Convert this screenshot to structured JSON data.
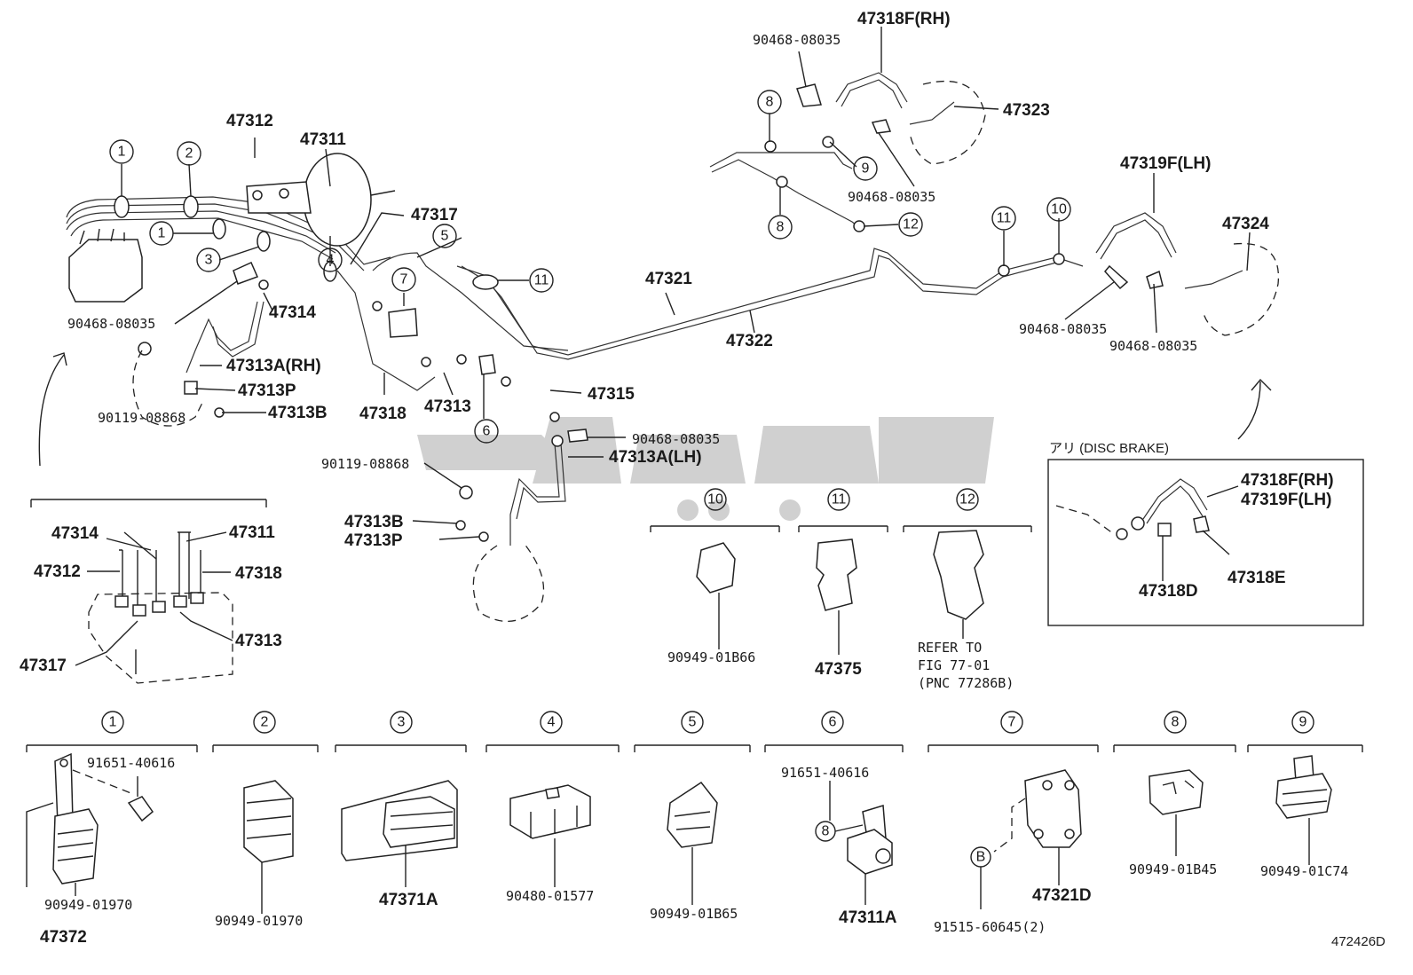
{
  "labels": {
    "p47318f_rh_top": "47318F(RH)",
    "p90468_a": "90468-08035",
    "p47323": "47323",
    "p90468_b": "90468-08035",
    "p47319f_lh": "47319F(LH)",
    "p47324": "47324",
    "p90468_c": "90468-08035",
    "p90468_d": "90468-08035",
    "p47312": "47312",
    "p47311": "47311",
    "p47317": "47317",
    "p47321": "47321",
    "p47322": "47322",
    "p90468_e": "90468-08035",
    "p47314": "47314",
    "p47313a_rh": "47313A(RH)",
    "p47313p": "47313P",
    "p90119_a": "90119-08868",
    "p47313b": "47313B",
    "p47318": "47318",
    "p47313": "47313",
    "p47315": "47315",
    "p90468_f": "90468-08035",
    "p47313a_lh": "47313A(LH)",
    "p90119_b": "90119-08868",
    "p47313b_2": "47313B",
    "p47313p_2": "47313P",
    "d_47314": "47314",
    "d_47311": "47311",
    "d_47312": "47312",
    "d_47318": "47318",
    "d_47313": "47313",
    "d_47317": "47317",
    "c10_part": "90949-01B66",
    "c11_part": "47375",
    "c12_ref1": "REFER TO",
    "c12_ref2": "FIG 77-01",
    "c12_ref3": "(PNC 77286B)",
    "disc_title": "アリ (DISC BRAKE)",
    "disc_47318f": "47318F(RH)",
    "disc_47319f": "47319F(LH)",
    "disc_47318d": "47318D",
    "disc_47318e": "47318E",
    "b1_screw": "91651-40616",
    "b1_part": "90949-01970",
    "b1_assy": "47372",
    "b2_part": "90949-01970",
    "b3_part": "47371A",
    "b4_part": "90480-01577",
    "b5_part": "90949-01B65",
    "b6_screw": "91651-40616",
    "b6_part": "47311A",
    "b7_bolt": "91515-60645(2)",
    "b7_part": "47321D",
    "b8_part": "90949-01B45",
    "b9_part": "90949-01C74",
    "fig_id": "472426D"
  },
  "callouts": {
    "n1": "1",
    "n2": "2",
    "n3": "3",
    "n4": "4",
    "n5": "5",
    "n6": "6",
    "n7": "7",
    "n8": "8",
    "n9": "9",
    "n10": "10",
    "n11": "11",
    "n12": "12",
    "nB": "B"
  },
  "watermark_color": "#c8c8c8"
}
